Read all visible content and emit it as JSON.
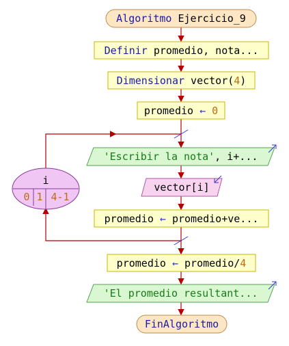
{
  "colors": {
    "flow_line": "#b30000",
    "terminal_fill": "#fde6c4",
    "terminal_border": "#c08a4a",
    "process_fill": "#ffffcc",
    "process_border": "#c8b400",
    "output_fill": "#d9f7d0",
    "output_border": "#55a055",
    "input_fill": "#f7d3f0",
    "input_border": "#b05aa0",
    "loop_fill": "#efc6f4",
    "loop_border": "#8a3a9a",
    "keyword": "#1a1aa6",
    "number": "#c06b14",
    "string": "#1a7a1a",
    "arrow_op": "#3535d0"
  },
  "nodes": {
    "start": {
      "kw": "Algoritmo",
      "rest": " Ejercicio_9"
    },
    "define": {
      "kw": "Definir",
      "rest": " promedio, nota..."
    },
    "dimension": {
      "kw": "Dimensionar",
      "rest": " vector(",
      "num": "4",
      "close": ")"
    },
    "init": {
      "var": "promedio ",
      "arrow": "←",
      "num": "0"
    },
    "write1": {
      "str": "'Escribir la nota'",
      "rest": ", i+..."
    },
    "read1": {
      "text": "vector[i]"
    },
    "accum": {
      "var": "promedio ",
      "arrow": "←",
      "rest": " promedio+ve..."
    },
    "average": {
      "var": "promedio ",
      "arrow": "←",
      "rest": " promedio/",
      "num": "4"
    },
    "write2": {
      "str": "'El promedio resultant..."
    },
    "end": {
      "kw": "FinAlgoritmo"
    }
  },
  "loop": {
    "var": "i",
    "start": "0",
    "step": "1",
    "end": "4-1"
  }
}
